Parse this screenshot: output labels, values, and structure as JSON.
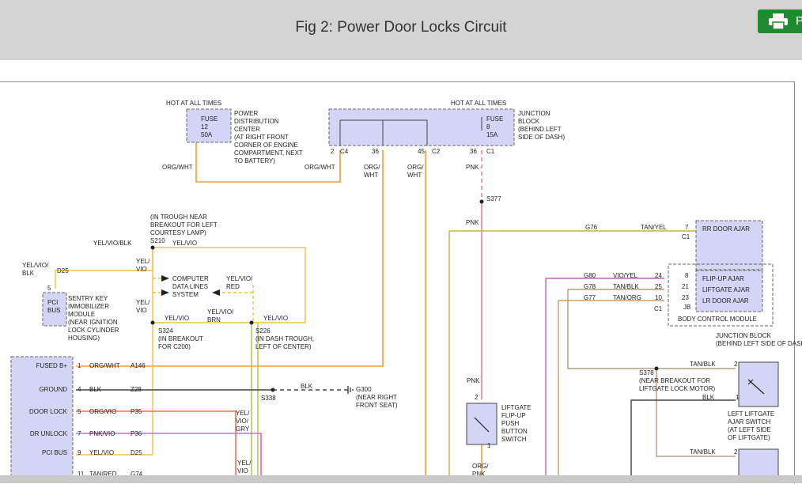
{
  "page": {
    "title": "Fig 2: Power Door Locks Circuit",
    "print_label": "P"
  },
  "diagram": {
    "hot1": "HOT AT ALL TIMES",
    "hot2": "HOT AT ALL TIMES",
    "fuse1": [
      "FUSE",
      "12",
      "50A"
    ],
    "fuse2": [
      "FUSE",
      "8",
      "15A"
    ],
    "pdc": [
      "POWER",
      "DISTRIBUTION",
      "CENTER",
      "(AT RIGHT FRONT",
      "CORNER OF ENGINE",
      "COMPARTMENT, NEXT",
      "TO BATTERY)"
    ],
    "jb": [
      "JUNCTION",
      "BLOCK",
      "(BEHIND LEFT",
      "SIDE OF DASH)"
    ],
    "jb_pins": [
      "2",
      "C4",
      "36",
      "45",
      "C2",
      "36",
      "C1"
    ],
    "w_orgwht1": "ORG/WHT",
    "w_orgwht2": "ORG/WHT",
    "w_orgwht3": [
      "ORG/",
      "WHT"
    ],
    "w_orgwht4": [
      "ORG/",
      "WHT"
    ],
    "w_pnk1": "PNK",
    "s377": "S377",
    "w_pnk2": "PNK",
    "trough": [
      "(IN TROUGH NEAR",
      "BREAKOUT FOR LEFT",
      "COURTESY LAMP)"
    ],
    "s210": "S210",
    "w_yelviolblk": "YEL/VIO/BLK",
    "w_yelvio1": "YEL/VIO",
    "w_yelviobk_left": [
      "YEL/VIO/",
      "BLK"
    ],
    "d25a": "D25",
    "pin5": "5",
    "sentry": [
      "SENTRY KEY",
      "IMMOBILIZER",
      "MODULE",
      "(NEAR IGNITION",
      "LOCK CYLINDER",
      "HOUSING)"
    ],
    "pci_bus_box": [
      "PCI",
      "BUS"
    ],
    "w_yelvio2": [
      "YEL/",
      "VIO"
    ],
    "w_yelvio3": [
      "YEL/",
      "VIO"
    ],
    "cdl": [
      "COMPUTER",
      "DATA LINES",
      "SYSTEM"
    ],
    "w_yelviored": [
      "YEL/VIO/",
      "RED"
    ],
    "w_yelvio4": "YEL/VIO",
    "w_yelviobrn": [
      "YEL/VIO/",
      "BRN"
    ],
    "w_yelvio5": "YEL/VIO",
    "s324": [
      "S324",
      "(IN BREAKOUT",
      "FOR C200)"
    ],
    "s226": [
      "S226",
      "(IN DASH TROUGH,",
      "LEFT OF CENTER)"
    ],
    "bcm_left_pins": [
      {
        "label": "FUSED B+",
        "pin": "1",
        "color": "ORG/WHT",
        "circuit": "A146"
      },
      {
        "label": "GROUND",
        "pin": "4",
        "color": "BLK",
        "circuit": "Z28"
      },
      {
        "label": "DOOR LOCK",
        "pin": "5",
        "color": "ORG/VIO",
        "circuit": "P35"
      },
      {
        "label": "DR UNLOCK",
        "pin": "7",
        "color": "PNK/VIO",
        "circuit": "P36"
      },
      {
        "label": "PCI BUS",
        "pin": "9",
        "color": "YEL/VIO",
        "circuit": "D25"
      },
      {
        "label": "",
        "pin": "11",
        "color": "TAN/RED",
        "circuit": "G74"
      }
    ],
    "s338": "S338",
    "w_blk": "BLK",
    "g300": [
      "G300",
      "(NEAR RIGHT",
      "FRONT SEAT)"
    ],
    "w_yelviogry": [
      "YEL/",
      "VIO/",
      "GRY"
    ],
    "w_yelvio6": [
      "YEL/",
      "VIO"
    ],
    "g76": "G76",
    "w_tanyel": "TAN/YEL",
    "pin7": "7",
    "c1a": "C1",
    "rr_door_ajar": "RR DOOR AJAR",
    "g80": "G80",
    "w_vioyel": "VIO/YEL",
    "pin24": "24",
    "g78": "G78",
    "w_tanblk1": "TAN/BLK",
    "pin25": "25",
    "g77": "G77",
    "w_tanorg": "TAN/ORG",
    "pin10": "10",
    "c1b": "C1",
    "pin8": "8",
    "pin21": "21",
    "pin23": "23",
    "jb_label_small": "JB",
    "flipup": "FLIP-UP AJAR",
    "liftgate_ajar": "LIFTGATE AJAR",
    "lr_door": "LR DOOR AJAR",
    "bcm_name": "BODY CONTROL MODULE",
    "jb2": [
      "JUNCTION BLOCK",
      "(BEHIND LEFT SIDE OF DASH)"
    ],
    "s378": [
      "S378",
      "(NEAR BREAKOUT FOR",
      "LIFTGATE LOCK MOTOR)"
    ],
    "w_tanblk2": "TAN/BLK",
    "w_blk2": "BLK",
    "pin2a": "2",
    "pin1a": "1",
    "left_lift_switch": [
      "LEFT LIFTGATE",
      "AJAR SWITCH",
      "(AT LEFT SIDE",
      "OF LIFTGATE)"
    ],
    "w_tanblk3": "TAN/BLK",
    "pin2b": "2",
    "w_pnk3": "PNK",
    "pin2c": "2",
    "pin1b": "1",
    "flip_switch": [
      "LIFTGATE",
      "FLIP-UP",
      "PUSH",
      "BUTTON",
      "SWITCH"
    ],
    "w_orgpnk": [
      "ORG/",
      "PNK"
    ]
  }
}
